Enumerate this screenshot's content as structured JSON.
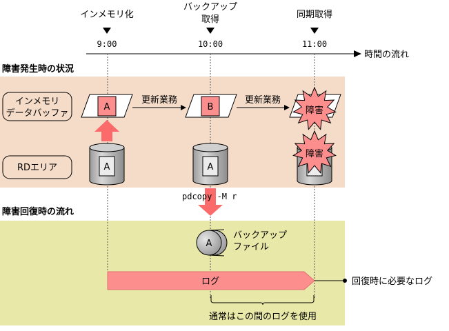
{
  "header": {
    "events": [
      {
        "label_lines": [
          "インメモリ化"
        ],
        "time": "9:00"
      },
      {
        "label_lines": [
          "バックアップ",
          "取得"
        ],
        "time": "10:00"
      },
      {
        "label_lines": [
          "同期取得"
        ],
        "time": "11:00"
      }
    ],
    "timeline_label": "時間の流れ"
  },
  "failure_section": {
    "title": "障害発生時の状況",
    "row_labels": {
      "in_memory": [
        "インメモリ",
        "データバッファ"
      ],
      "rd_area": "RDエリア"
    },
    "buffer_values": [
      "A",
      "B"
    ],
    "update_labels": [
      "更新業務",
      "更新業務"
    ],
    "disk_values": [
      "A",
      "A"
    ],
    "fault_label": "障害",
    "command": "pdcopy -M r"
  },
  "recovery_section": {
    "title": "障害回復時の流れ",
    "backup_file": {
      "value": "A",
      "label_lines": [
        "バックアップ",
        "ファイル"
      ]
    },
    "log_label": "ログ",
    "log_note": "回復時に必要なログ",
    "usual_range": "通常はこの間のログを使用"
  },
  "colors": {
    "failure_bg": "#f5dcc9",
    "recovery_bg": "#e8e8a8",
    "red_fill": "#fd8e8e",
    "arrow_red": "#fb6b6b",
    "disk_gray": "#c0c0c0"
  }
}
